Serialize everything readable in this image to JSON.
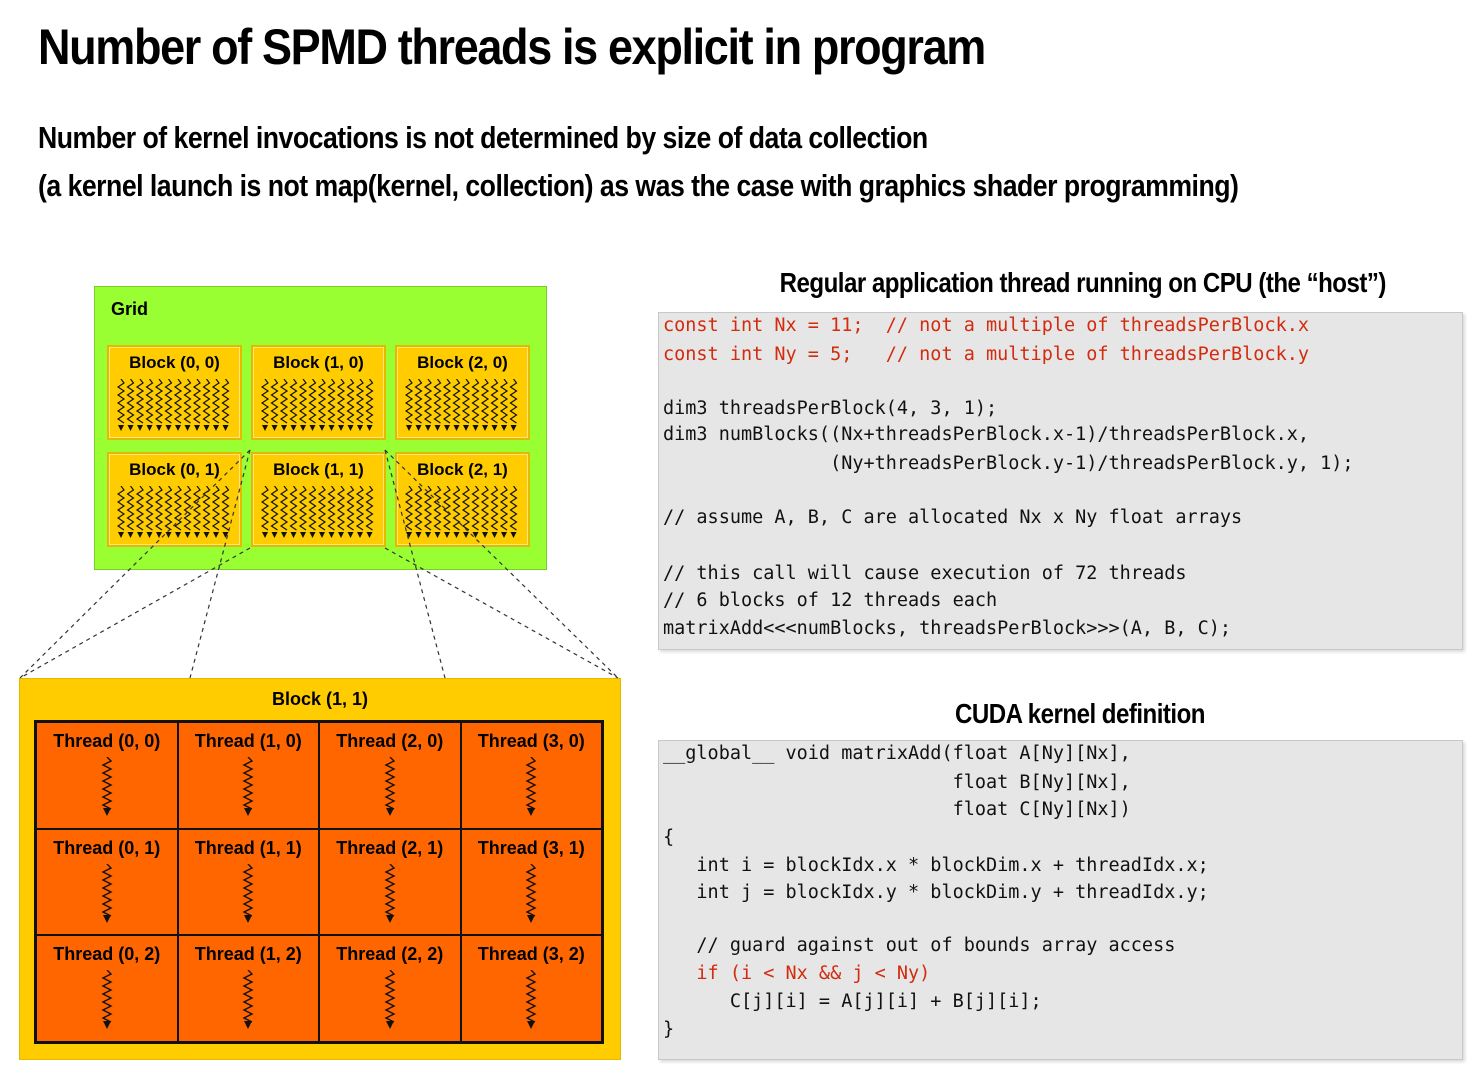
{
  "title": "Number of SPMD threads is explicit in program",
  "subtitle_line1": "Number of kernel invocations is not determined by size of data collection",
  "subtitle_line2": "(a kernel launch is not map(kernel, collection) as was the case with graphics shader programming)",
  "host_heading": "Regular application thread running on CPU (the “host”)",
  "kernel_heading": "CUDA kernel definition",
  "host_code": [
    {
      "text": "const int Nx = 11;  // not a multiple of threadsPerBlock.x",
      "highlight": true
    },
    {
      "text": "const int Ny = 5;   // not a multiple of threadsPerBlock.y",
      "highlight": true
    },
    {
      "text": "",
      "highlight": false
    },
    {
      "text": "dim3 threadsPerBlock(4, 3, 1);",
      "highlight": false
    },
    {
      "text": "dim3 numBlocks((Nx+threadsPerBlock.x-1)/threadsPerBlock.x,",
      "highlight": false
    },
    {
      "text": "               (Ny+threadsPerBlock.y-1)/threadsPerBlock.y, 1);",
      "highlight": false
    },
    {
      "text": "",
      "highlight": false
    },
    {
      "text": "// assume A, B, C are allocated Nx x Ny float arrays",
      "highlight": false
    },
    {
      "text": "",
      "highlight": false
    },
    {
      "text": "// this call will cause execution of 72 threads",
      "highlight": false
    },
    {
      "text": "// 6 blocks of 12 threads each",
      "highlight": false
    },
    {
      "text": "matrixAdd<<<numBlocks, threadsPerBlock>>>(A, B, C);",
      "highlight": false
    }
  ],
  "kernel_code": [
    {
      "text": "__global__ void matrixAdd(float A[Ny][Nx],",
      "highlight": false
    },
    {
      "text": "                          float B[Ny][Nx],",
      "highlight": false
    },
    {
      "text": "                          float C[Ny][Nx])",
      "highlight": false
    },
    {
      "text": "{",
      "highlight": false
    },
    {
      "text": "   int i = blockIdx.x * blockDim.x + threadIdx.x;",
      "highlight": false
    },
    {
      "text": "   int j = blockIdx.y * blockDim.y + threadIdx.y;",
      "highlight": false
    },
    {
      "text": "",
      "highlight": false
    },
    {
      "text": "   // guard against out of bounds array access",
      "highlight": false
    },
    {
      "text": "   if (i < Nx && j < Ny)",
      "highlight": true
    },
    {
      "text": "      C[j][i] = A[j][i] + B[j][i];",
      "highlight": false
    },
    {
      "text": "}",
      "highlight": false
    }
  ],
  "diagram": {
    "grid_label": "Grid",
    "blocks": [
      "Block (0, 0)",
      "Block (1, 0)",
      "Block (2, 0)",
      "Block (0, 1)",
      "Block (1, 1)",
      "Block (2, 1)"
    ],
    "expanded_block_label": "Block (1, 1)",
    "threads": [
      "Thread (0, 0)",
      "Thread (1, 0)",
      "Thread (2, 0)",
      "Thread (3, 0)",
      "Thread (0, 1)",
      "Thread (1, 1)",
      "Thread (2, 1)",
      "Thread (3, 1)",
      "Thread (0, 2)",
      "Thread (1, 2)",
      "Thread (2, 2)",
      "Thread (3, 2)"
    ]
  },
  "colors": {
    "grid_bg": "#99ff33",
    "block_bg": "#ffcc00",
    "thread_bg": "#ff6600",
    "code_bg": "#e6e6e6",
    "code_highlight": "#d22b0e"
  }
}
